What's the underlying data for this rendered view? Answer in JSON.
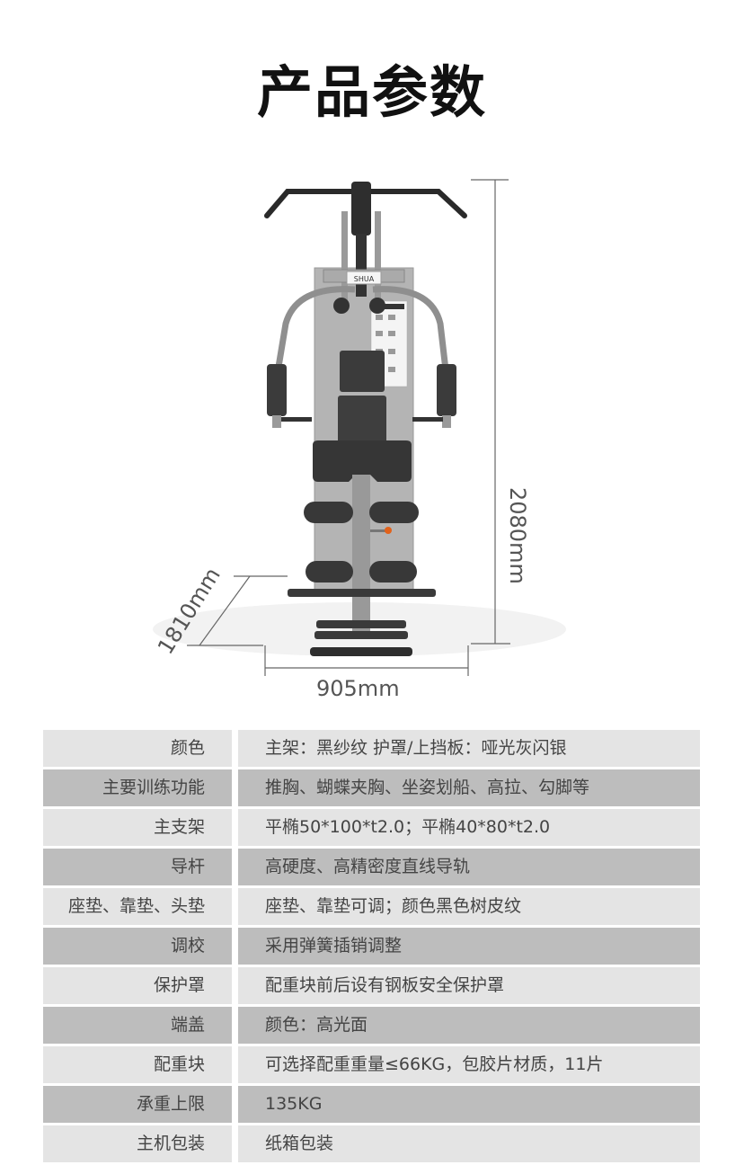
{
  "page": {
    "title": "产品参数"
  },
  "product_image": {
    "description": "multi-station home gym machine front view",
    "brand_badge": "SHUA",
    "dimensions": {
      "height": "2080mm",
      "width": "905mm",
      "depth": "1810mm"
    },
    "colors": {
      "frame": "#8c8c8c",
      "pads": "#3a3a3a",
      "panel": "#b0b0b0",
      "pin_accent": "#e2621b"
    }
  },
  "specs": {
    "rows": [
      {
        "label": "颜色",
        "value": "主架：黑纱纹  护罩/上挡板：哑光灰闪银"
      },
      {
        "label": "主要训练功能",
        "value": "推胸、蝴蝶夹胸、坐姿划船、高拉、勾脚等"
      },
      {
        "label": "主支架",
        "value": "平椭50*100*t2.0；平椭40*80*t2.0"
      },
      {
        "label": "导杆",
        "value": "高硬度、高精密度直线导轨"
      },
      {
        "label": "座垫、靠垫、头垫",
        "value": "座垫、靠垫可调；颜色黑色树皮纹"
      },
      {
        "label": "调校",
        "value": "采用弹簧插销调整"
      },
      {
        "label": "保护罩",
        "value": "配重块前后设有钢板安全保护罩"
      },
      {
        "label": "端盖",
        "value": "颜色：高光面"
      },
      {
        "label": "配重块",
        "value": "可选择配重重量≤66KG，包胶片材质，11片"
      },
      {
        "label": "承重上限",
        "value": "135KG"
      },
      {
        "label": "主机包装",
        "value": "纸箱包装"
      }
    ],
    "colors": {
      "light_row": "#e4e4e4",
      "dark_row": "#bdbdbd",
      "text": "#444444"
    }
  }
}
